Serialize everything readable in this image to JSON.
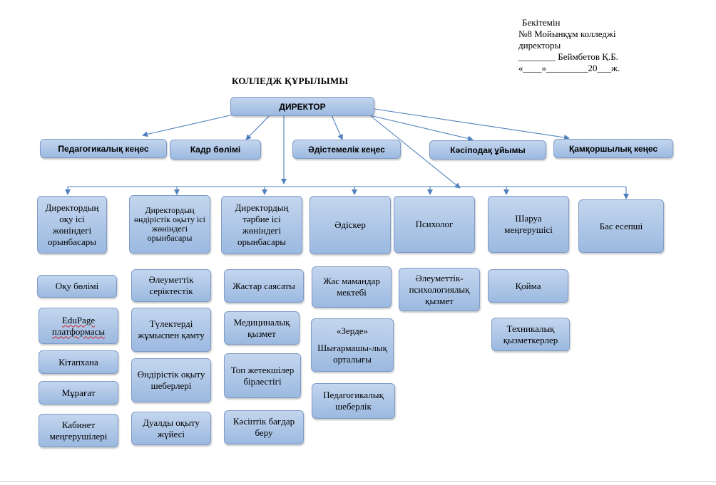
{
  "approval": {
    "line1": "Бекітемін",
    "line2": "№8 Мойынқұм колледжі",
    "line3": "директоры",
    "line4": "________ Бeймбетов Қ.Б.",
    "line5": "«____»_________20___ж."
  },
  "title": "КОЛЛЕДЖ  ҚҰРЫЛЫМЫ",
  "director": "ДИРЕКТОР",
  "councils": [
    "Педагогикалық кеңес",
    "Кадр бөлімі",
    "Әдістемелік кеңес",
    "Кәсіподақ ұйымы",
    "Қамқоршылық кеңес"
  ],
  "deputies": [
    "Директордың оқу ісі жөніндегі орынбасары",
    "Директордың өндірістік оқыту ісі жөніндегі орынбасары",
    "Директордың тәрбие ісі жөніндегі орынбасары",
    "Әдіскер",
    "Психолог",
    "Шаруа меңгерушісі",
    "Бас есепші"
  ],
  "units": {
    "academic": [
      "Оқу бөлімі",
      "EduPage платформасы",
      "Кітапхана",
      "Мұрағат",
      "Кабинет меңгерушілері"
    ],
    "industrial": [
      "Әлеуметтік серіктестік",
      "Түлектерді жұмыспен қамту",
      "Өндірістік оқыту шеберлері",
      "Дуалды оқыту жүйесі"
    ],
    "upbringing": [
      "Жастар саясаты",
      "Медициналық қызмет",
      "Топ жетекшілер бірлестігі",
      "Кәсіптік бағдар беру"
    ],
    "methodist": [
      "Жас мамандар мектебі",
      "«Зерде»",
      "Шығармашы-лық орталығы",
      "Педагогикалық шеберлік"
    ],
    "psychologist": [
      "Әлеуметтік-психологиялық қызмет"
    ],
    "household": [
      "Қойма",
      "Техникалық қызметкерлер"
    ]
  }
}
